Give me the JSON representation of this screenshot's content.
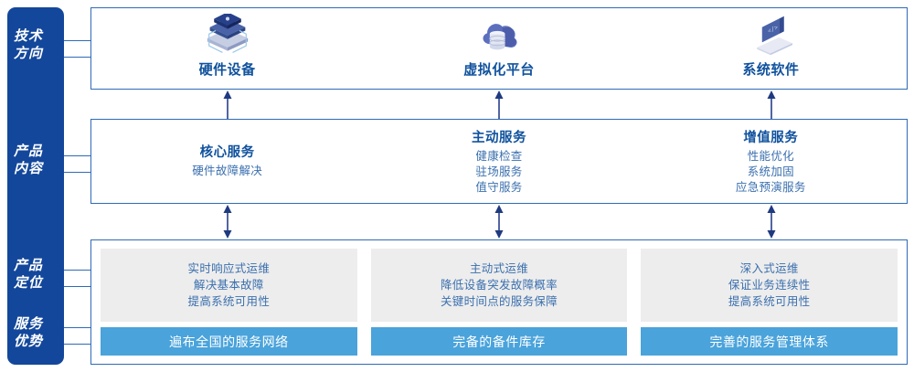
{
  "rail": {
    "items": [
      {
        "name": "technology-direction",
        "lines": [
          "技术",
          "方向"
        ]
      },
      {
        "name": "product-content",
        "lines": [
          "产品",
          "内容"
        ]
      },
      {
        "name": "product-positioning",
        "lines": [
          "产品",
          "定位"
        ]
      },
      {
        "name": "service-advantage",
        "lines": [
          "服务",
          "优势"
        ]
      }
    ],
    "color": "#13479B"
  },
  "technology": {
    "columns": [
      {
        "icon": "server-stack-icon",
        "label": "硬件设备"
      },
      {
        "icon": "cloud-database-icon",
        "label": "虚拟化平台"
      },
      {
        "icon": "laptop-code-icon",
        "label": "系统软件"
      }
    ]
  },
  "product_content": {
    "columns": [
      {
        "title": "核心服务",
        "items": [
          "硬件故障解决"
        ]
      },
      {
        "title": "主动服务",
        "items": [
          "健康检查",
          "驻场服务",
          "值守服务"
        ]
      },
      {
        "title": "增值服务",
        "items": [
          "性能优化",
          "系统加固",
          "应急预演服务"
        ]
      }
    ]
  },
  "bottom": {
    "columns": [
      {
        "positioning": [
          "实时响应式运维",
          "解决基本故障",
          "提高系统可用性"
        ],
        "advantage": "遍布全国的服务网络"
      },
      {
        "positioning": [
          "主动式运维",
          "降低设备突发故障概率",
          "关键时间点的服务保障"
        ],
        "advantage": "完备的备件库存"
      },
      {
        "positioning": [
          "深入式运维",
          "保证业务连续性",
          "提高系统可用性"
        ],
        "advantage": "完善的服务管理体系"
      }
    ]
  },
  "colors": {
    "rail_blue": "#13479B",
    "panel_border": "#2E6BB5",
    "title_blue": "#10529E",
    "body_blue": "#3A6FAE",
    "advantage_blue": "#4AA3DB",
    "positioning_gray": "#EDEDED"
  }
}
